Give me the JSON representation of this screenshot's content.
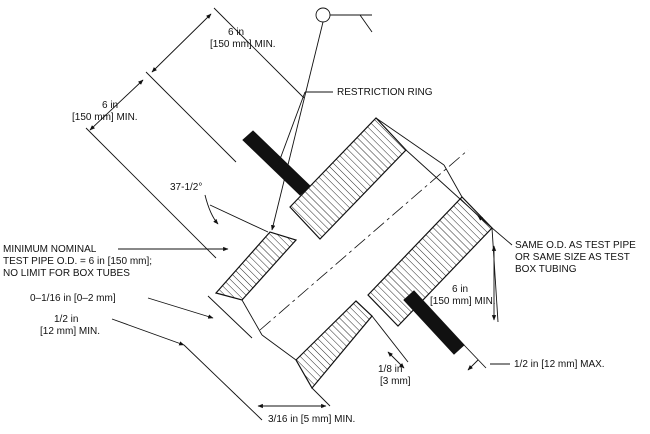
{
  "labels": {
    "restriction_ring": "RESTRICTION RING",
    "dim_6in_top_a": "6 in",
    "dim_6in_top_b": "[150 mm] MIN.",
    "dim_6in_mid_a": "6 in",
    "dim_6in_mid_b": "[150 mm] MIN.",
    "angle": "37-1/2°",
    "min_nominal_1": "MINIMUM NOMINAL",
    "min_nominal_2": "TEST PIPE O.D. = 6 in [150 mm];",
    "min_nominal_3": "NO LIMIT FOR BOX TUBES",
    "gap_a": "0–1/16 in [0–2 mm]",
    "half_in_a": "1/2 in",
    "half_in_b": "[12 mm] MIN.",
    "same_od_1": "SAME O.D. AS TEST PIPE",
    "same_od_2": "OR SAME SIZE AS TEST",
    "same_od_3": "BOX TUBING",
    "dim_6in_right_a": "6 in",
    "dim_6in_right_b": "[150 mm] MIN.",
    "eighth_a": "1/8 in",
    "eighth_b": "[3 mm]",
    "half_max": "1/2 in [12 mm] MAX.",
    "three_sixteenth": "3/16 in [5 mm] MIN."
  }
}
